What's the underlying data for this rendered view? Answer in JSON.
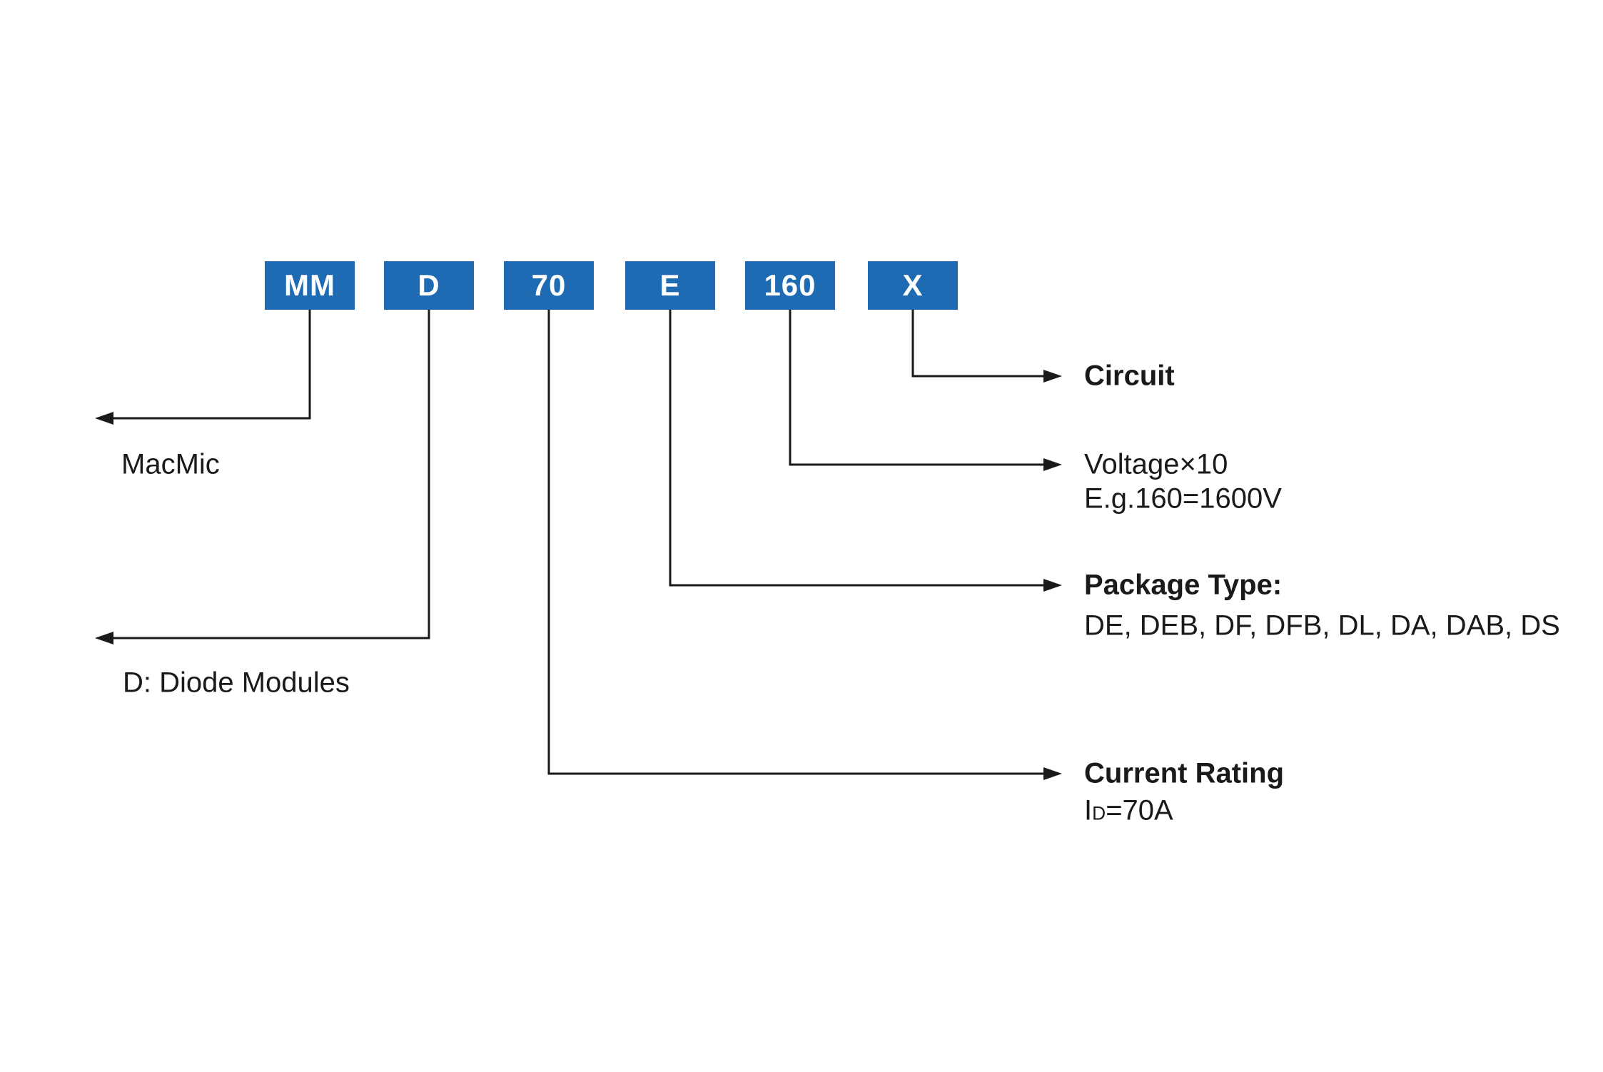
{
  "part_number": {
    "segments": [
      {
        "code": "MM"
      },
      {
        "code": "D"
      },
      {
        "code": "70"
      },
      {
        "code": "E"
      },
      {
        "code": "160"
      },
      {
        "code": "X"
      }
    ]
  },
  "annotations": {
    "manufacturer": {
      "label": "MacMic"
    },
    "device_type": {
      "label": "D: Diode Modules"
    },
    "circuit": {
      "label": "Circuit"
    },
    "voltage": {
      "label": "Voltage×10",
      "example": "E.g.160=1600V"
    },
    "package": {
      "label": "Package Type:",
      "values": "DE, DEB, DF, DFB, DL, DA, DAB, DS"
    },
    "current": {
      "label": "Current Rating",
      "symbol_main": "I",
      "symbol_sub": "D",
      "value": "=70A"
    }
  },
  "colors": {
    "segment_box_blue": "#1e6bb3",
    "line_black": "#1a1a1a",
    "background": "#ffffff"
  }
}
